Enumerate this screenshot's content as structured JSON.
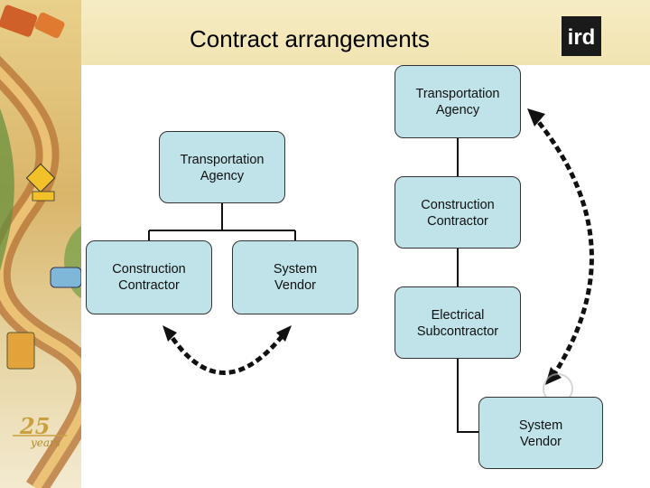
{
  "title": "Contract arrangements",
  "logo_text": "ird",
  "badge": {
    "number": "25",
    "label": "years"
  },
  "left_diagram": {
    "root": "Transportation\nAgency",
    "children": [
      "Construction\nContractor",
      "System\nVendor"
    ]
  },
  "right_diagram": {
    "chain": [
      "Transportation\nAgency",
      "Construction\nContractor",
      "Electrical\nSubcontractor",
      "System\nVendor"
    ]
  },
  "colors": {
    "node_fill": "#bfe3e8",
    "banner": "#f3e8bd",
    "accent": "#c8a040"
  }
}
